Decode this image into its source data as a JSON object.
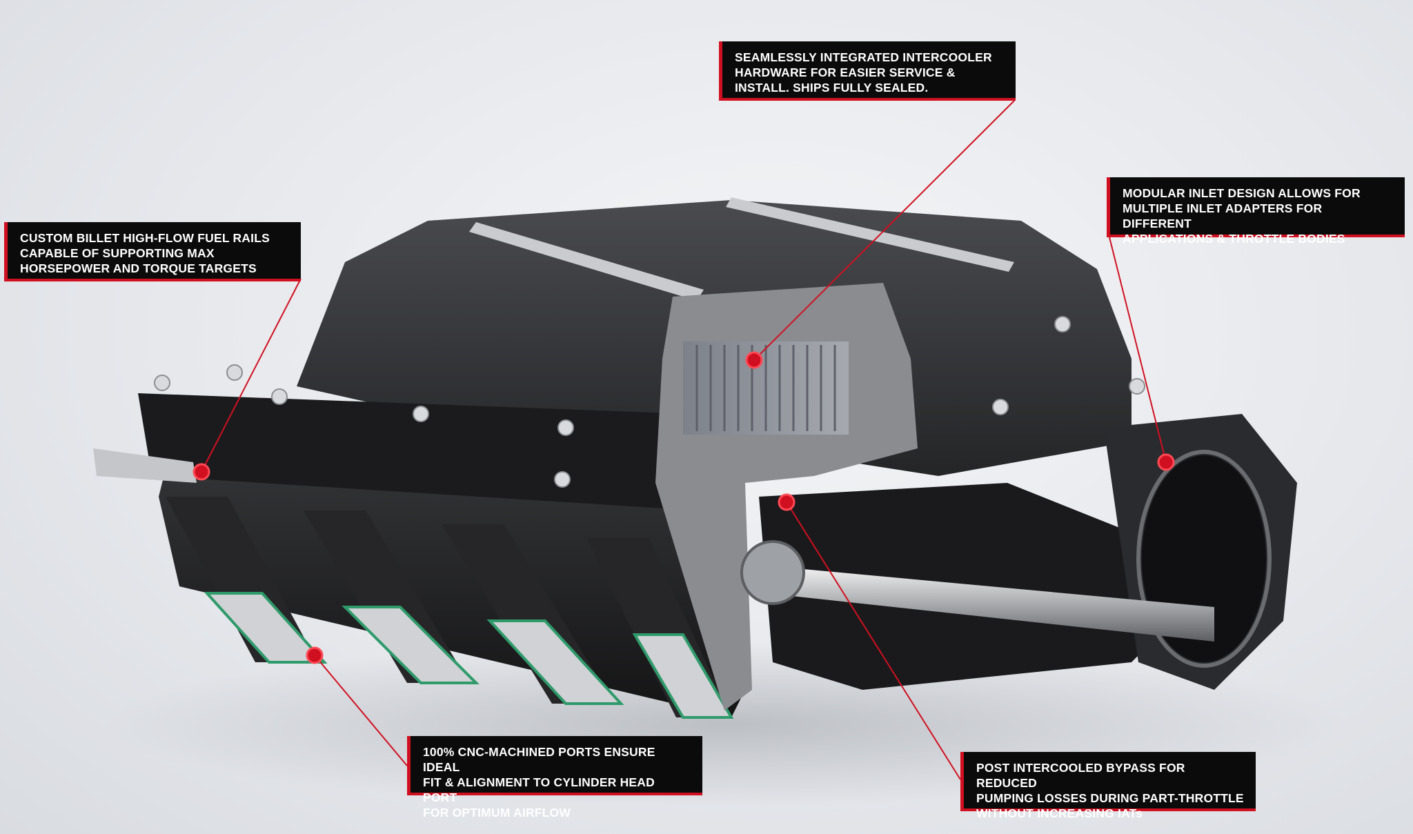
{
  "callouts": {
    "intercooler": "SEAMLESSLY INTEGRATED INTERCOOLER\nHARDWARE FOR EASIER SERVICE &\nINSTALL. SHIPS FULLY SEALED.",
    "fuel_rails": "CUSTOM BILLET HIGH-FLOW FUEL RAILS\nCAPABLE OF SUPPORTING MAX\nHORSEPOWER AND TORQUE TARGETS",
    "inlet": "MODULAR INLET DESIGN ALLOWS FOR\nMULTIPLE INLET ADAPTERS FOR DIFFERENT\nAPPLICATIONS & THROTTLE BODIES",
    "ports": "100% CNC-MACHINED PORTS ENSURE IDEAL\nFIT & ALIGNMENT TO CYLINDER HEAD PORT\nFOR OPTIMUM AIRFLOW",
    "bypass": "POST INTERCOOLED BYPASS FOR REDUCED\nPUMPING LOSSES DURING PART-THROTTLE\nWITHOUT INCREASING IATs"
  },
  "colors": {
    "accent": "#d01020",
    "callout_bg": "#0b0b0b",
    "callout_text": "#ffffff",
    "body_black": "#1c1c1e",
    "cutaway_gray": "#8a8c90",
    "gasket_green": "#2f9a6a"
  }
}
